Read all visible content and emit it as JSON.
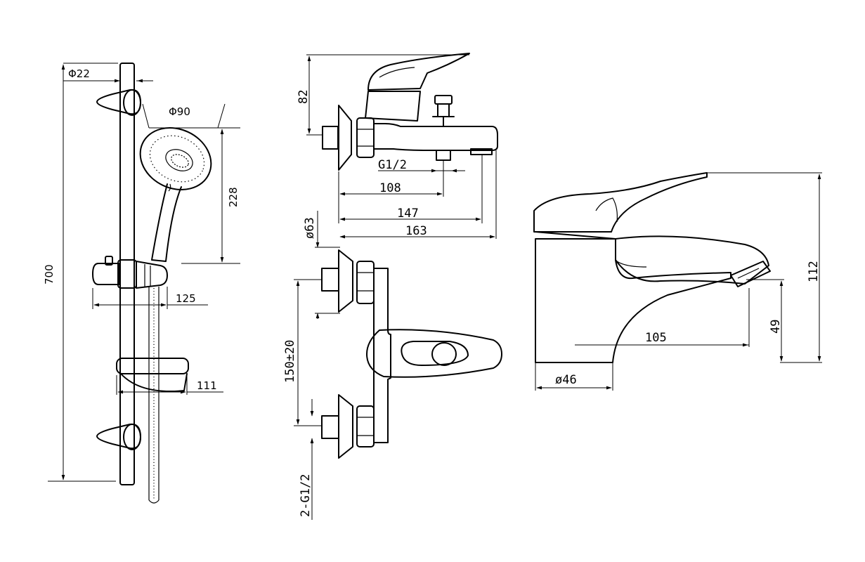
{
  "drawings": {
    "shower_rail": {
      "dim_rail_diameter": "Φ22",
      "dim_head_diameter": "Φ90",
      "dim_head_height": "228",
      "dim_total_height": "700",
      "dim_holder_depth": "125",
      "dim_soap_dish_depth": "111"
    },
    "bath_mixer_side": {
      "dim_height": "82",
      "dim_thread": "G1/2",
      "dim_outlet_1": "108",
      "dim_outlet_2": "147",
      "dim_total_length": "163"
    },
    "bath_mixer_top": {
      "dim_flange": "ø63",
      "dim_centers": "150±20",
      "dim_inlets": "2-G1/2"
    },
    "basin_mixer": {
      "dim_height": "112",
      "dim_spout_height": "49",
      "dim_spout_reach": "105",
      "dim_base": "ø46"
    }
  }
}
